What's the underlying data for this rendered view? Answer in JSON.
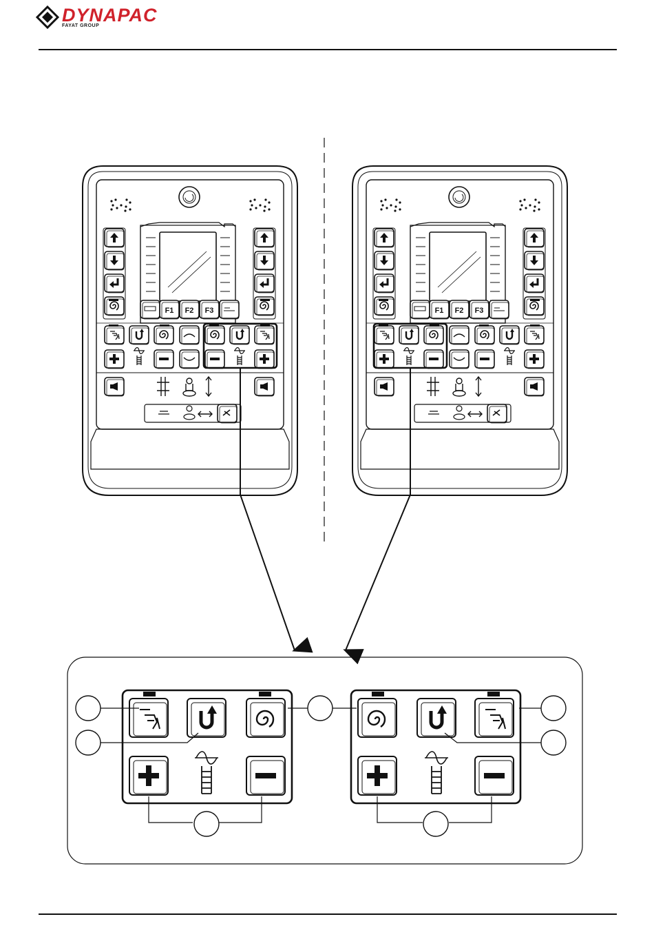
{
  "brand": {
    "name": "DYNAPAC",
    "group": "FAYAT GROUP",
    "color": "#d0222b"
  },
  "panel": {
    "function_keys": [
      "F1",
      "F2",
      "F3"
    ]
  },
  "icons": {
    "header_logo": "dynapac-diamond-logo",
    "emergency_stop": "emergency-stop-icon",
    "arrow_up": "arrow-up-icon",
    "arrow_down": "arrow-down-icon",
    "enter": "enter-icon",
    "vibration": "vibration-spiral-icon",
    "manual": "hand-icon",
    "reverse": "u-turn-icon",
    "plus": "plus-icon",
    "minus": "minus-icon",
    "amplitude": "amplitude-ladder-icon",
    "horn": "horn-icon",
    "seat_rotation": "seat-rotation-icon"
  },
  "colors": {
    "line": "#111111",
    "accent": "#d0222b"
  }
}
